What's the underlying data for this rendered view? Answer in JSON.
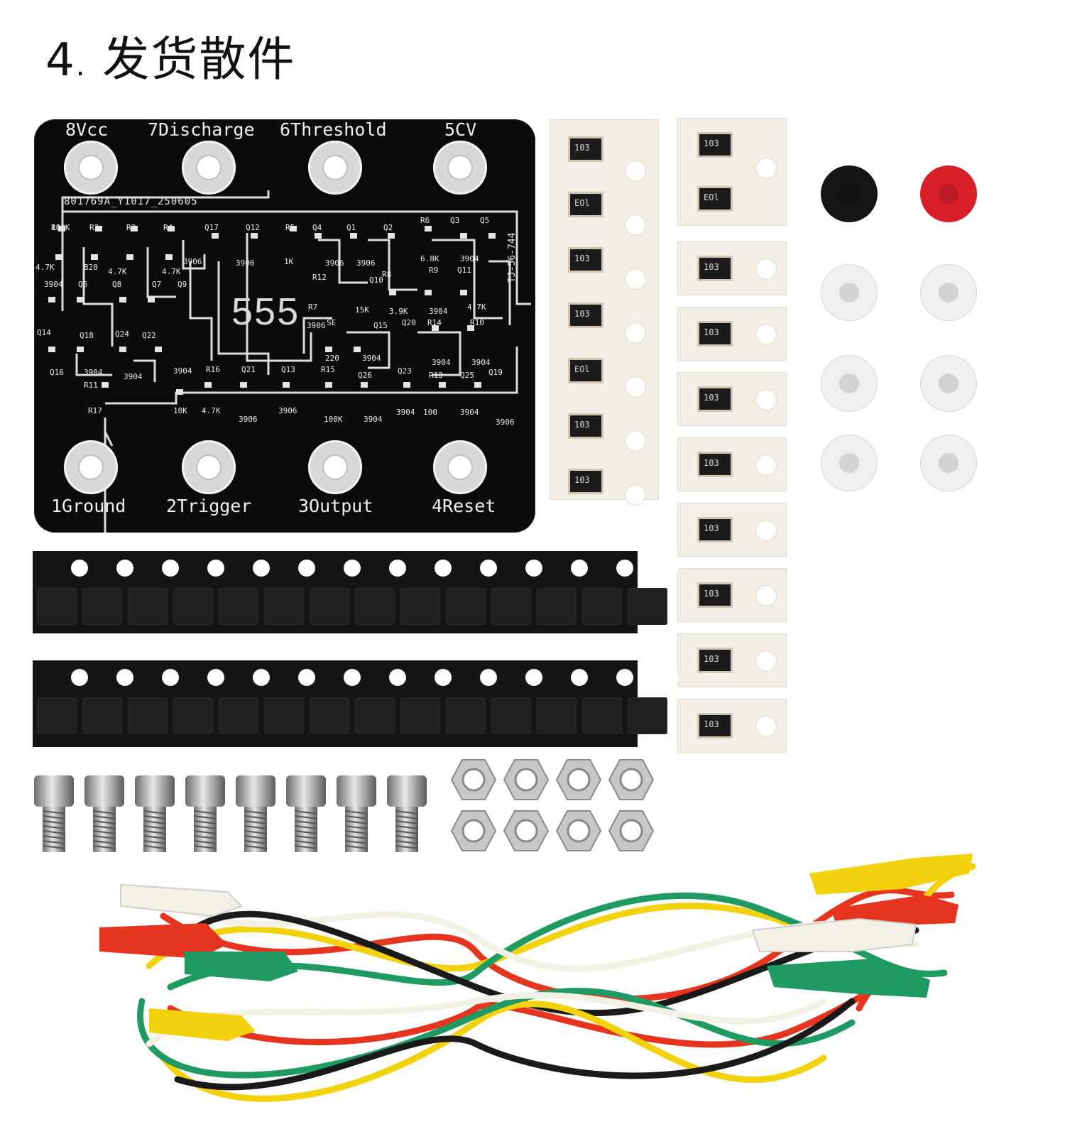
{
  "title": {
    "number": "4",
    "text": "发货散件"
  },
  "pcb": {
    "top_pins": [
      "8Vcc",
      "7Discharge",
      "6Threshold",
      "5CV"
    ],
    "bottom_pins": [
      "1Ground",
      "2Trigger",
      "3Output",
      "4Reset"
    ],
    "part_number": "801769A_Y1017_250605",
    "side_code": "TJ-56-744",
    "chip_label": "555",
    "silkscreen": [
      "R1",
      "R2",
      "R3",
      "R4",
      "Q17",
      "Q12",
      "R5",
      "Q4",
      "Q1",
      "Q2",
      "R6",
      "Q3",
      "Q5",
      "4.7K",
      "820",
      "4.7K",
      "4.7K",
      "3906",
      "3906",
      "1K",
      "3906",
      "3906",
      "6.8K",
      "3904",
      "3904",
      "Q6",
      "Q8",
      "Q7",
      "Q9",
      "R12",
      "R8",
      "Q10",
      "R9",
      "Q11",
      "R7",
      "15K",
      "4.7K",
      "3.9K",
      "3904",
      "3906",
      "SE",
      "Q15",
      "Q20",
      "R14",
      "R10",
      "Q14",
      "Q18",
      "Q24",
      "Q22",
      "Q16",
      "3904",
      "3904",
      "220",
      "3904",
      "3904",
      "3904",
      "3904",
      "R16",
      "Q21",
      "Q13",
      "R15",
      "Q26",
      "Q23",
      "R13",
      "Q25",
      "Q19",
      "R11",
      "R17",
      "10K",
      "4.7K",
      "3906",
      "3906",
      "100K",
      "3904",
      "3904",
      "100",
      "3904",
      "3906",
      "100K"
    ]
  },
  "resistor_marking": "103",
  "resistor_marking_flipped": "EOl",
  "colors": {
    "pcb": "#0b0b0b",
    "tape": "#f4efe6",
    "cap_black": "#151515",
    "cap_red": "#d81f2a",
    "cap_white": "#eef0f2",
    "wire_red": "#e5351f",
    "wire_yellow": "#f2d20c",
    "wire_green": "#1f9a62",
    "wire_white": "#f3f1e6",
    "wire_black": "#1a1a1a"
  },
  "icons": [
    "pcb-board",
    "resistor-tape",
    "transistor-reel",
    "cap-icon",
    "screw-icon",
    "hex-nut-icon",
    "alligator-clip-wires"
  ]
}
